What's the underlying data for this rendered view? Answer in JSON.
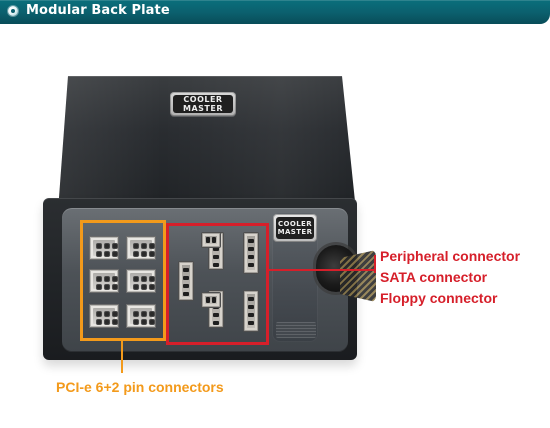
{
  "title_bar": {
    "title": "Modular Back Plate",
    "colors": {
      "background": "#0b5f6d",
      "text": "#ffffff"
    }
  },
  "image": {
    "brand_logo_text": "COOLER MASTER",
    "callouts": {
      "right": [
        "Peripheral connector",
        "SATA connector",
        "Floppy connector"
      ],
      "bottom": "PCI-e 6+2 pin connectors"
    },
    "colors": {
      "pcie_highlight": "#f39a1b",
      "connector_highlight": "#d61f2a"
    }
  }
}
